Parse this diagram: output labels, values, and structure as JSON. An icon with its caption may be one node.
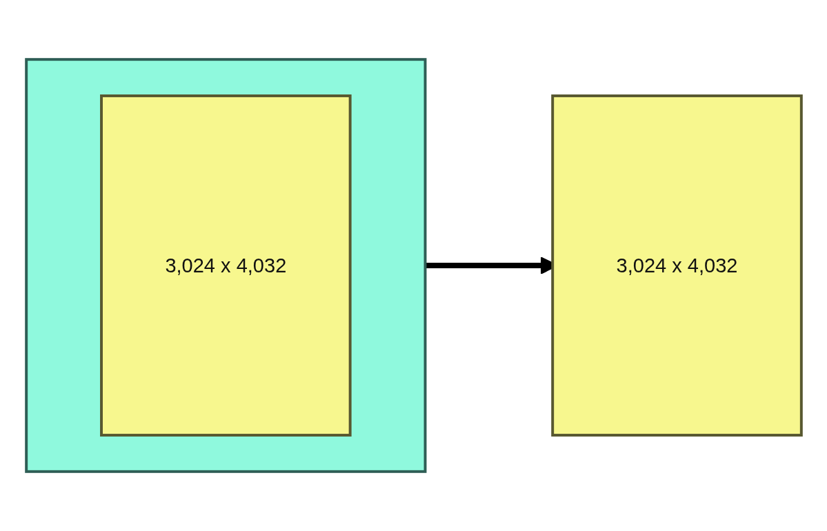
{
  "diagram": {
    "nodes": [
      {
        "text": [],
        "shape": "box"
      },
      {
        "text": [
          "3,024 x 4,032"
        ],
        "in": 0
      },
      {
        "text": [
          "3,024 x 4,032"
        ]
      }
    ],
    "edges": [
      {
        "from": 0,
        "to": 2,
        "arrow": "to"
      }
    ]
  }
}
